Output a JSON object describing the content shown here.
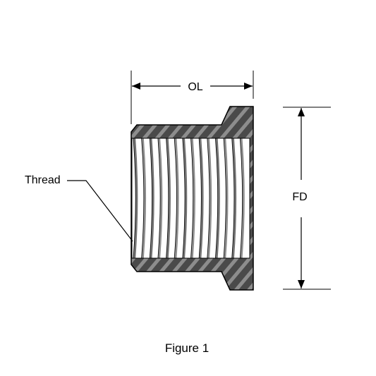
{
  "labels": {
    "overall_length": "OL",
    "flange_diameter": "FD",
    "thread": "Thread"
  },
  "caption": "Figure 1",
  "colors": {
    "body_dark": "#4d4d4d",
    "body_light": "#9a9a9a",
    "thread_dark": "#5a5a5a",
    "thread_light": "#d8d8d8",
    "outline": "#000000"
  }
}
